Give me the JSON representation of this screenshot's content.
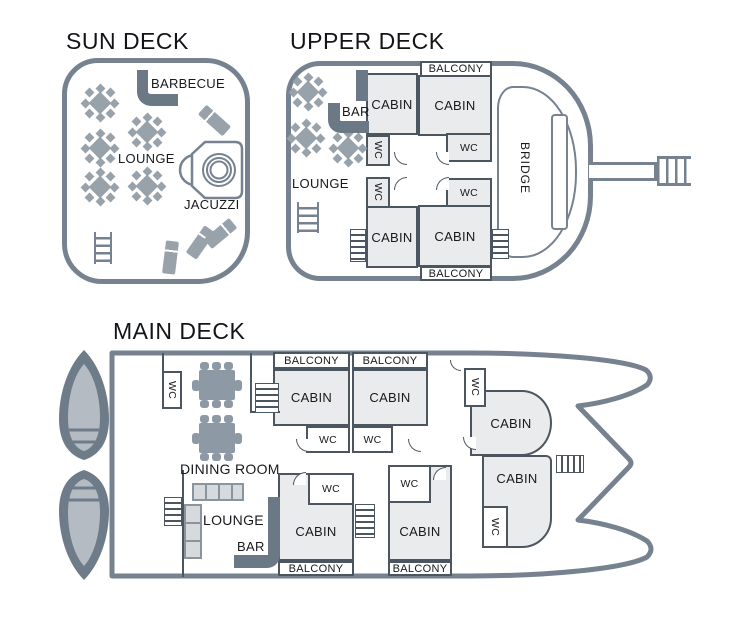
{
  "colors": {
    "deck_outline": "#76828F",
    "room_wall": "#4C5661",
    "room_fill": "#E9EBEC",
    "dark_furniture": "#6B7886",
    "hull_fill": "#6E7C8A",
    "hull_inner": "#B4BBC2",
    "table_gray": "#98A2AB",
    "text": "#17191c"
  },
  "sun_deck": {
    "title": "SUN DECK",
    "barbecue": "BARBECUE",
    "lounge": "LOUNGE",
    "jacuzzi": "JACUZZI"
  },
  "upper_deck": {
    "title": "UPPER DECK",
    "balcony_top": "BALCONY",
    "cabin_top_left": "CABIN",
    "cabin_top_right": "CABIN",
    "wc_top_left": "WC",
    "wc_top_right": "WC",
    "wc_bottom_left": "WC",
    "wc_bottom_right": "WC",
    "cabin_bottom_left": "CABIN",
    "cabin_bottom_right": "CABIN",
    "balcony_bottom": "BALCONY",
    "bar": "BAR",
    "lounge": "LOUNGE",
    "bridge": "BRIDGE"
  },
  "main_deck": {
    "title": "MAIN DECK",
    "wc_fore": "WC",
    "dining_room": "DINING ROOM",
    "balcony_top_1": "BALCONY",
    "balcony_top_2": "BALCONY",
    "cabin_top_1": "CABIN",
    "cabin_top_2": "CABIN",
    "wc_top_1": "WC",
    "wc_top_2": "WC",
    "wc_right_top": "WC",
    "cabin_right_top": "CABIN",
    "cabin_right_bottom": "CABIN",
    "wc_right_bottom": "WC",
    "wc_bottom_1": "WC",
    "wc_bottom_2": "WC",
    "cabin_bottom_1": "CABIN",
    "cabin_bottom_2": "CABIN",
    "balcony_bottom_1": "BALCONY",
    "balcony_bottom_2": "BALCONY",
    "lounge": "LOUNGE",
    "bar": "BAR"
  }
}
